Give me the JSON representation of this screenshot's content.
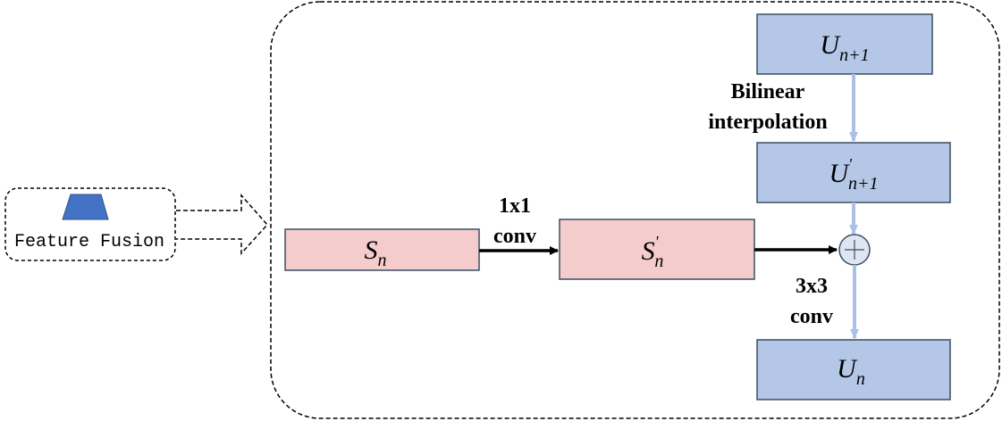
{
  "module": {
    "name": "Feature Fusion"
  },
  "nodes": {
    "s_n": {
      "symbol": "S",
      "sub": "n",
      "prime": ""
    },
    "s_n_prime": {
      "symbol": "S",
      "sub": "n",
      "prime": "'"
    },
    "u_n1": {
      "symbol": "U",
      "sub": "n+1",
      "prime": ""
    },
    "u_n1_prime": {
      "symbol": "U",
      "sub": "n+1",
      "prime": "'"
    },
    "u_n": {
      "symbol": "U",
      "sub": "n",
      "prime": ""
    }
  },
  "edges": {
    "conv1x1": {
      "line1": "1x1",
      "line2": "conv"
    },
    "bilinear": {
      "line1": "Bilinear",
      "line2": "interpolation"
    },
    "conv3x3": {
      "line1": "3x3",
      "line2": "conv"
    }
  },
  "operators": {
    "add": "+"
  },
  "colors": {
    "pink_fill": "#f4cccc",
    "blue_fill": "#b4c7e7",
    "box_border": "#3a4e64",
    "arrow_blue": "#a9c1e5",
    "trapezoid": "#4472c4"
  }
}
